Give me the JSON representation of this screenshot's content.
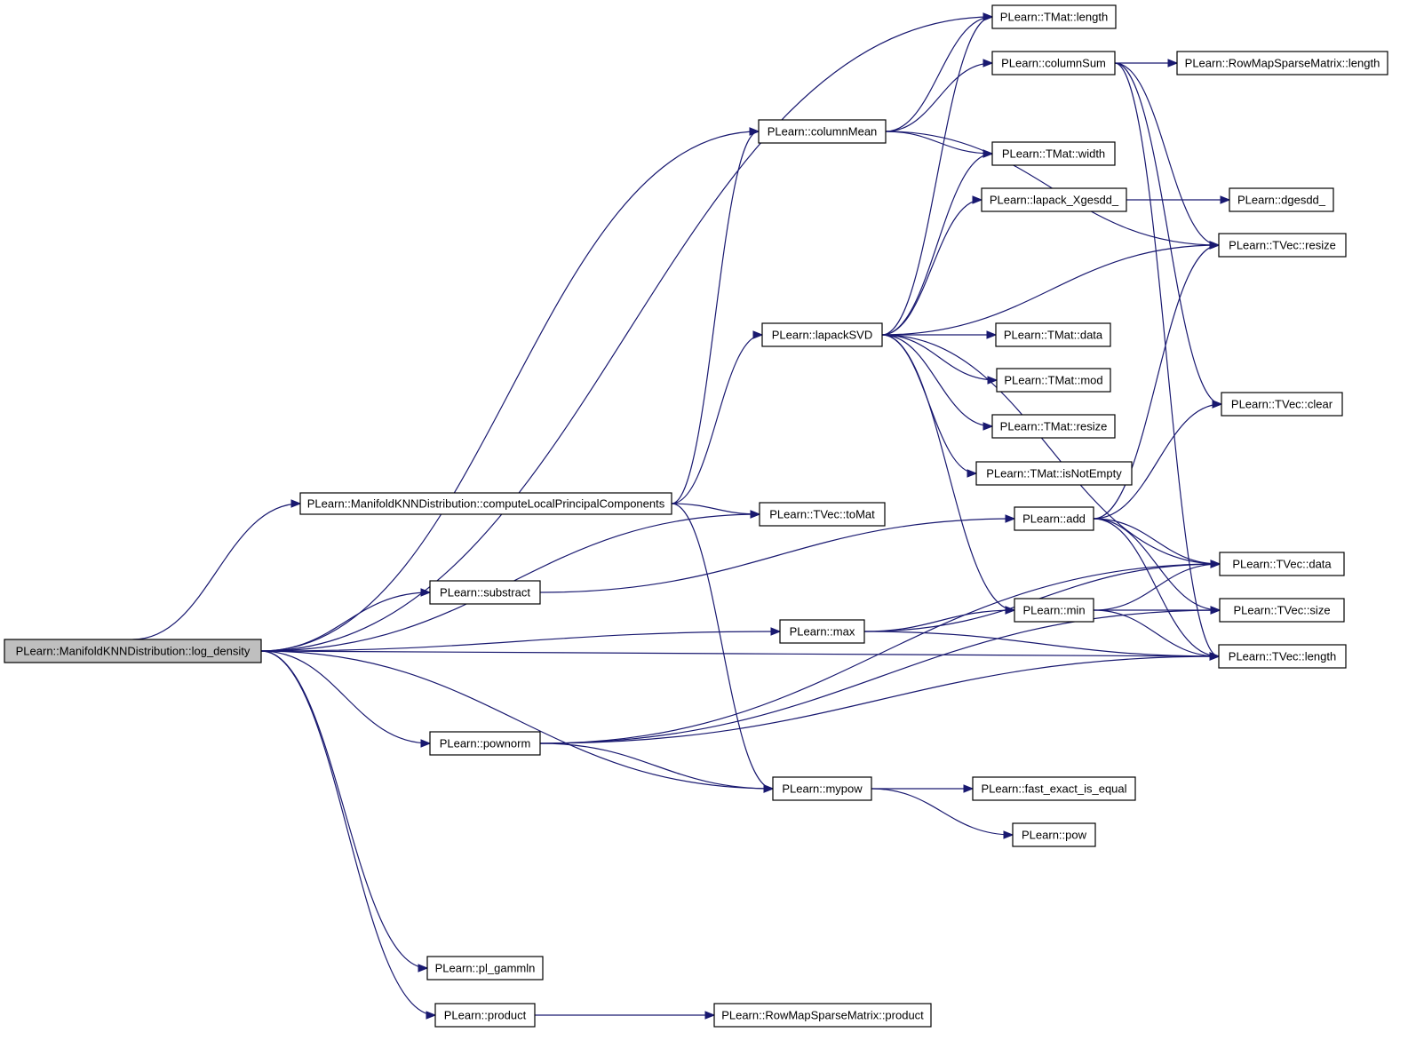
{
  "diagram": {
    "nodes": [
      {
        "id": "log_density",
        "label": "PLearn::ManifoldKNNDistribution::log_density",
        "root": true
      },
      {
        "id": "computeLPC",
        "label": "PLearn::ManifoldKNNDistribution::computeLocalPrincipalComponents"
      },
      {
        "id": "substract",
        "label": "PLearn::substract"
      },
      {
        "id": "pownorm",
        "label": "PLearn::pownorm"
      },
      {
        "id": "pl_gammln",
        "label": "PLearn::pl_gammln"
      },
      {
        "id": "product",
        "label": "PLearn::product"
      },
      {
        "id": "columnMean",
        "label": "PLearn::columnMean"
      },
      {
        "id": "lapackSVD",
        "label": "PLearn::lapackSVD"
      },
      {
        "id": "TVec_toMat",
        "label": "PLearn::TVec::toMat"
      },
      {
        "id": "max",
        "label": "PLearn::max"
      },
      {
        "id": "mypow",
        "label": "PLearn::mypow"
      },
      {
        "id": "RMSM_product",
        "label": "PLearn::RowMapSparseMatrix::product"
      },
      {
        "id": "TMat_length",
        "label": "PLearn::TMat::length"
      },
      {
        "id": "columnSum",
        "label": "PLearn::columnSum"
      },
      {
        "id": "TMat_width",
        "label": "PLearn::TMat::width"
      },
      {
        "id": "lapack_Xgesdd_",
        "label": "PLearn::lapack_Xgesdd_"
      },
      {
        "id": "TMat_data",
        "label": "PLearn::TMat::data"
      },
      {
        "id": "TMat_mod",
        "label": "PLearn::TMat::mod"
      },
      {
        "id": "TMat_resize",
        "label": "PLearn::TMat::resize"
      },
      {
        "id": "TMat_isNotEmpty",
        "label": "PLearn::TMat::isNotEmpty"
      },
      {
        "id": "add",
        "label": "PLearn::add"
      },
      {
        "id": "min",
        "label": "PLearn::min"
      },
      {
        "id": "fast_exact_is_equal",
        "label": "PLearn::fast_exact_is_equal"
      },
      {
        "id": "pow",
        "label": "PLearn::pow"
      },
      {
        "id": "RMSM_length",
        "label": "PLearn::RowMapSparseMatrix::length"
      },
      {
        "id": "dgesdd_",
        "label": "PLearn::dgesdd_"
      },
      {
        "id": "TVec_resize",
        "label": "PLearn::TVec::resize"
      },
      {
        "id": "TVec_clear",
        "label": "PLearn::TVec::clear"
      },
      {
        "id": "TVec_data",
        "label": "PLearn::TVec::data"
      },
      {
        "id": "TVec_size",
        "label": "PLearn::TVec::size"
      },
      {
        "id": "TVec_length",
        "label": "PLearn::TVec::length"
      }
    ],
    "edges": [
      {
        "from": "log_density",
        "to": "TMat_length"
      },
      {
        "from": "log_density",
        "to": "columnMean"
      },
      {
        "from": "log_density",
        "to": "computeLPC"
      },
      {
        "from": "log_density",
        "to": "TVec_toMat"
      },
      {
        "from": "log_density",
        "to": "substract"
      },
      {
        "from": "log_density",
        "to": "max"
      },
      {
        "from": "log_density",
        "to": "pownorm"
      },
      {
        "from": "log_density",
        "to": "mypow"
      },
      {
        "from": "log_density",
        "to": "TVec_length"
      },
      {
        "from": "log_density",
        "to": "pl_gammln"
      },
      {
        "from": "log_density",
        "to": "product"
      },
      {
        "from": "computeLPC",
        "to": "columnMean"
      },
      {
        "from": "computeLPC",
        "to": "lapackSVD"
      },
      {
        "from": "computeLPC",
        "to": "TVec_toMat"
      },
      {
        "from": "computeLPC",
        "to": "mypow"
      },
      {
        "from": "columnMean",
        "to": "TMat_length"
      },
      {
        "from": "columnMean",
        "to": "columnSum"
      },
      {
        "from": "columnMean",
        "to": "TMat_width"
      },
      {
        "from": "columnMean",
        "to": "TVec_resize"
      },
      {
        "from": "lapackSVD",
        "to": "TMat_length"
      },
      {
        "from": "lapackSVD",
        "to": "TMat_width"
      },
      {
        "from": "lapackSVD",
        "to": "lapack_Xgesdd_"
      },
      {
        "from": "lapackSVD",
        "to": "TVec_resize"
      },
      {
        "from": "lapackSVD",
        "to": "TVec_data"
      },
      {
        "from": "lapackSVD",
        "to": "TMat_data"
      },
      {
        "from": "lapackSVD",
        "to": "TMat_mod"
      },
      {
        "from": "lapackSVD",
        "to": "TMat_resize"
      },
      {
        "from": "lapackSVD",
        "to": "TMat_isNotEmpty"
      },
      {
        "from": "lapackSVD",
        "to": "min"
      },
      {
        "from": "columnSum",
        "to": "RMSM_length"
      },
      {
        "from": "columnSum",
        "to": "TVec_resize"
      },
      {
        "from": "columnSum",
        "to": "TVec_clear"
      },
      {
        "from": "columnSum",
        "to": "TVec_length"
      },
      {
        "from": "lapack_Xgesdd_",
        "to": "dgesdd_"
      },
      {
        "from": "substract",
        "to": "add"
      },
      {
        "from": "add",
        "to": "TVec_resize"
      },
      {
        "from": "add",
        "to": "TVec_clear"
      },
      {
        "from": "add",
        "to": "TVec_data"
      },
      {
        "from": "add",
        "to": "TVec_size"
      },
      {
        "from": "add",
        "to": "TVec_length"
      },
      {
        "from": "max",
        "to": "TVec_data"
      },
      {
        "from": "max",
        "to": "min"
      },
      {
        "from": "max",
        "to": "TVec_length"
      },
      {
        "from": "min",
        "to": "TVec_data"
      },
      {
        "from": "min",
        "to": "TVec_size"
      },
      {
        "from": "min",
        "to": "TVec_length"
      },
      {
        "from": "pownorm",
        "to": "TVec_data"
      },
      {
        "from": "pownorm",
        "to": "TVec_size"
      },
      {
        "from": "pownorm",
        "to": "mypow"
      },
      {
        "from": "pownorm",
        "to": "TVec_length"
      },
      {
        "from": "mypow",
        "to": "fast_exact_is_equal"
      },
      {
        "from": "mypow",
        "to": "pow"
      },
      {
        "from": "product",
        "to": "RMSM_product"
      }
    ]
  }
}
